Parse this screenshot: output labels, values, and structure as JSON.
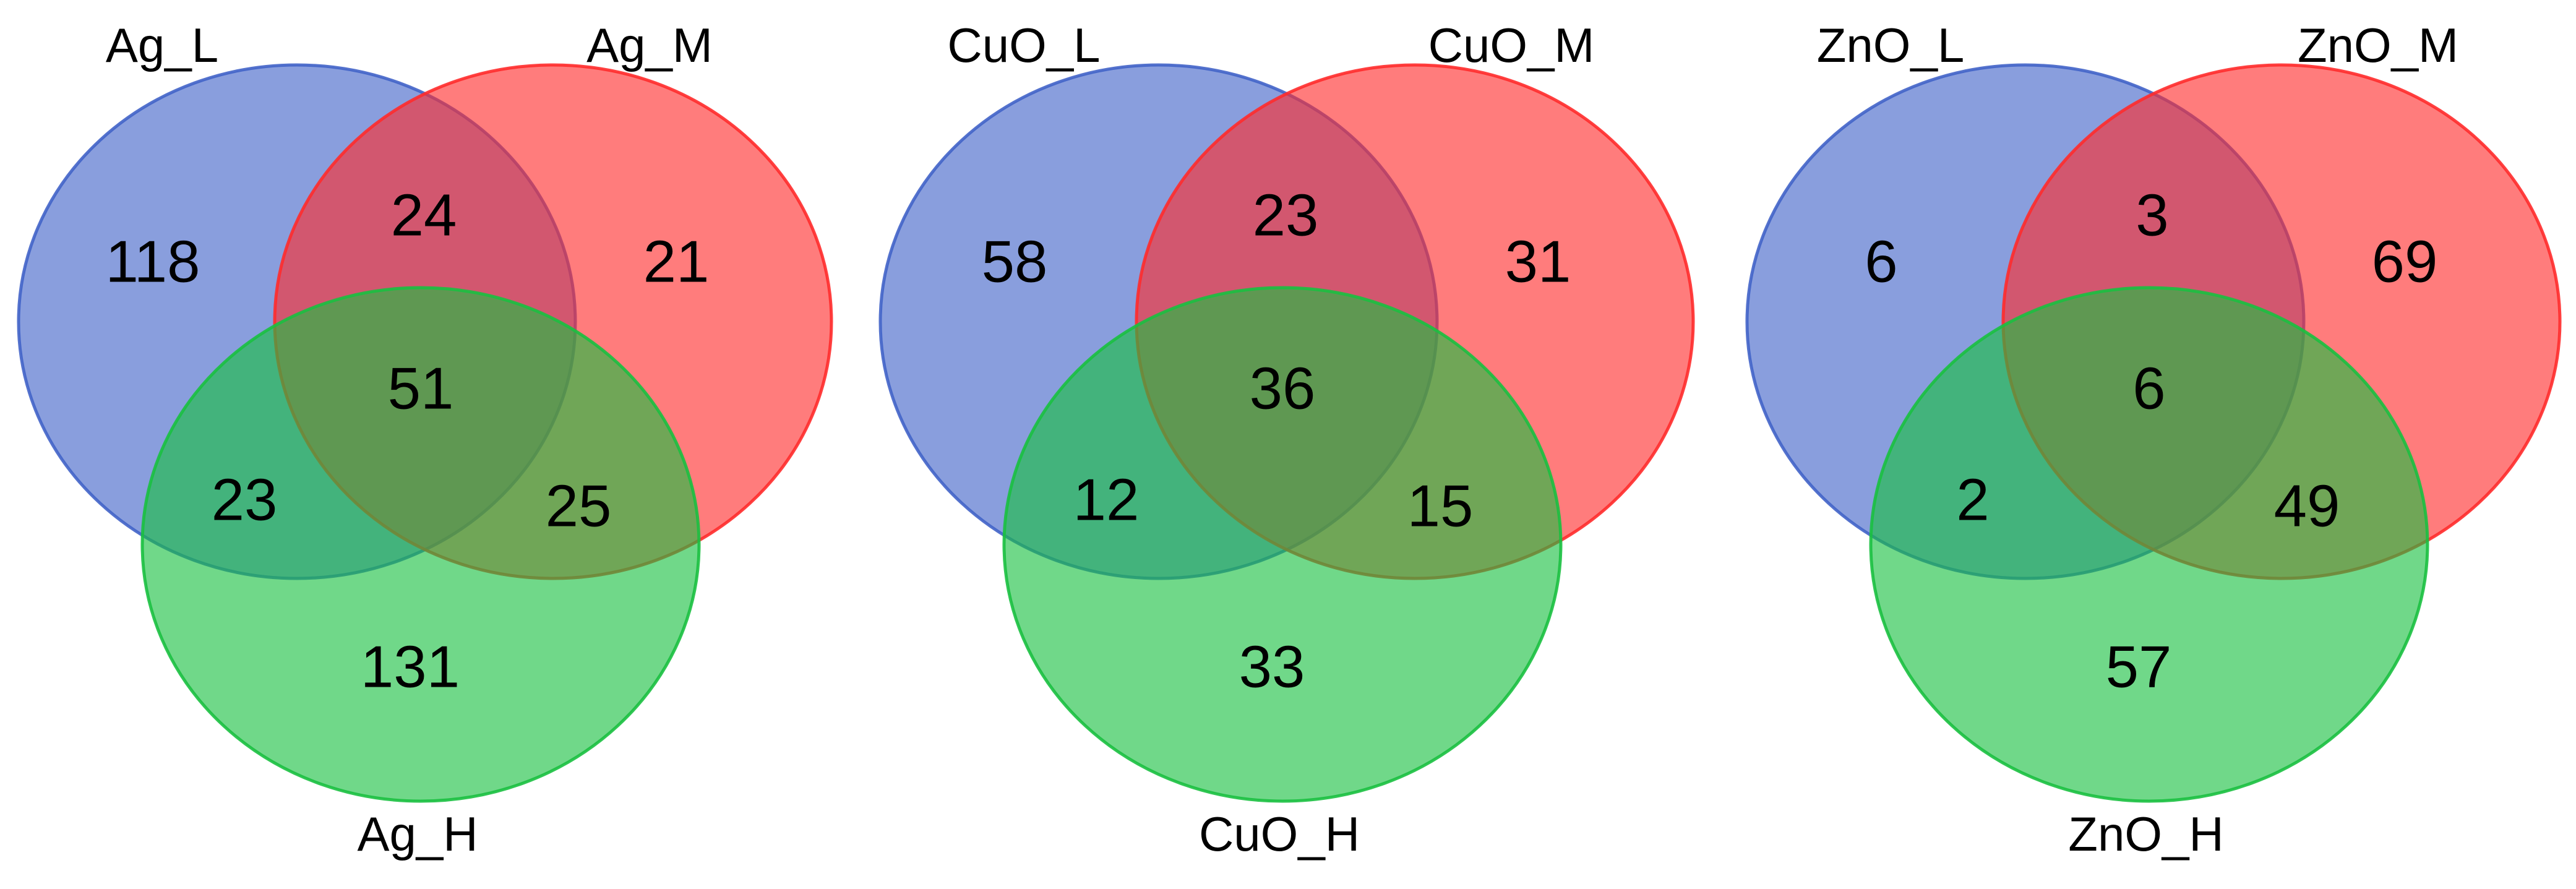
{
  "chart_data": {
    "type": "venn",
    "colors": {
      "L": "#4163C8",
      "M": "#FF2B2B",
      "H": "#19C040"
    },
    "diagrams": [
      {
        "sets": [
          "Ag_L",
          "Ag_M",
          "Ag_H"
        ],
        "regions": {
          "L_only": 118,
          "M_only": 21,
          "H_only": 131,
          "L_M": 24,
          "L_H": 23,
          "M_H": 25,
          "L_M_H": 51
        }
      },
      {
        "sets": [
          "CuO_L",
          "CuO_M",
          "CuO_H"
        ],
        "regions": {
          "L_only": 58,
          "M_only": 31,
          "H_only": 33,
          "L_M": 23,
          "L_H": 12,
          "M_H": 15,
          "L_M_H": 36
        }
      },
      {
        "sets": [
          "ZnO_L",
          "ZnO_M",
          "ZnO_H"
        ],
        "regions": {
          "L_only": 6,
          "M_only": 69,
          "H_only": 57,
          "L_M": 3,
          "L_H": 2,
          "M_H": 49,
          "L_M_H": 6
        }
      }
    ]
  }
}
